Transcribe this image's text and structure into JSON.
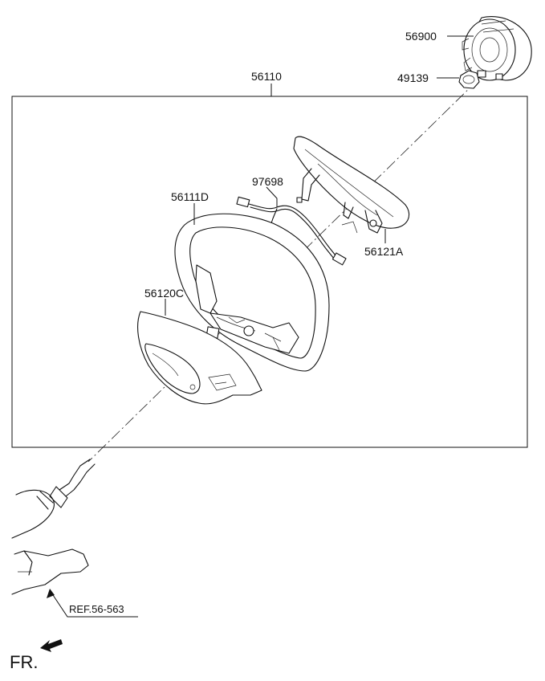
{
  "diagram": {
    "type": "exploded parts diagram",
    "parts": [
      {
        "id": "56900",
        "label": "56900"
      },
      {
        "id": "49139",
        "label": "49139"
      },
      {
        "id": "56110",
        "label": "56110"
      },
      {
        "id": "97698",
        "label": "97698"
      },
      {
        "id": "56111D",
        "label": "56111D"
      },
      {
        "id": "56121A",
        "label": "56121A"
      },
      {
        "id": "56120C",
        "label": "56120C"
      }
    ],
    "reference": "REF.56-563",
    "direction_marker": "FR."
  }
}
